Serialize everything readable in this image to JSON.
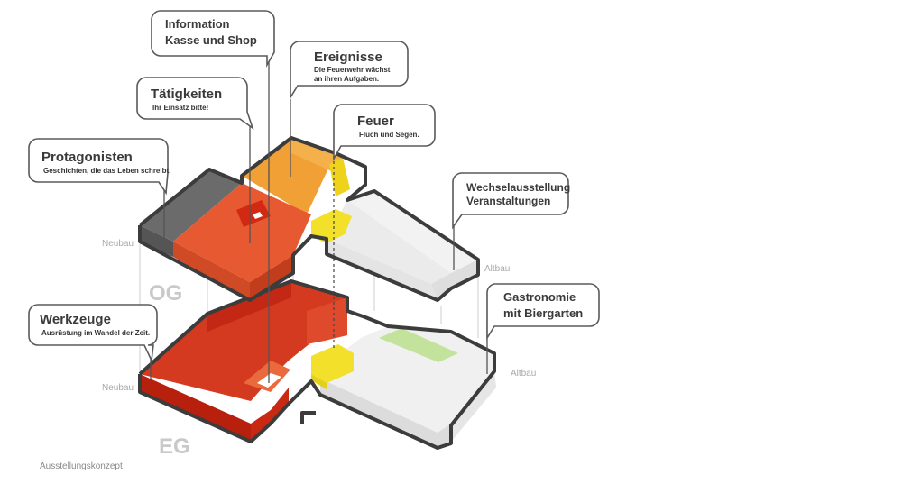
{
  "colors": {
    "red": "#cf2616",
    "orange_red": "#e75a31",
    "orange": "#f0a035",
    "grey": "#6b6b6b",
    "yellow": "#f3e22c",
    "green": "#bfe39a",
    "light_grey": "#ececec"
  },
  "callouts": {
    "information": {
      "line1": "Information",
      "line2": "Kasse und Shop"
    },
    "ereignisse": {
      "title": "Ereignisse",
      "sub1": "Die Feuerwehr wächst",
      "sub2": "an ihren Aufgaben."
    },
    "taetigkeiten": {
      "title": "Tätigkeiten",
      "sub1": "Ihr Einsatz bitte!"
    },
    "feuer": {
      "title": "Feuer",
      "sub1": "Fluch und Segen."
    },
    "protagonisten": {
      "title": "Protagonisten",
      "sub1": "Geschichten, die das Leben schreibt."
    },
    "wechselausstellung": {
      "line1": "Wechselausstellung",
      "line2": "Veranstaltungen"
    },
    "gastronomie": {
      "line1": "Gastronomie",
      "line2": "mit Biergarten"
    },
    "werkzeuge": {
      "title": "Werkzeuge",
      "sub1": "Ausrüstung im Wandel der Zeit."
    }
  },
  "labels": {
    "neubau_og": "Neubau",
    "altbau_og": "Altbau",
    "neubau_eg": "Neubau",
    "altbau_eg": "Altbau",
    "floor_og": "OG",
    "floor_eg": "EG",
    "caption": "Ausstellungskonzept"
  }
}
